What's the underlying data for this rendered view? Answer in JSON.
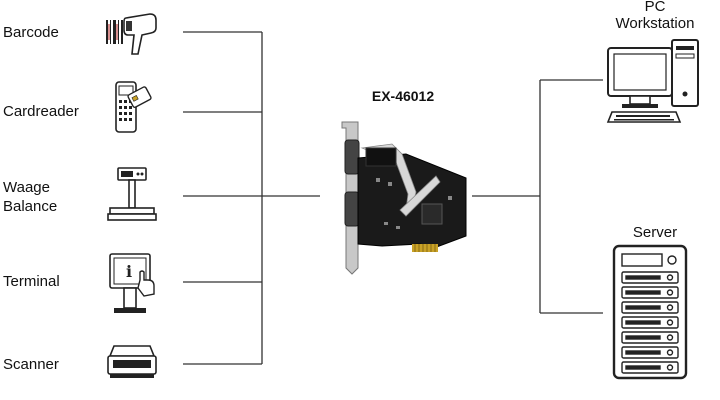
{
  "product": {
    "model": "EX-46012"
  },
  "devices_left": [
    {
      "label": "Barcode",
      "icon": "barcode-scanner-icon"
    },
    {
      "label": "Cardreader",
      "icon": "card-reader-icon"
    },
    {
      "label": "Waage\nBalance",
      "icon": "scale-icon"
    },
    {
      "label": "Terminal",
      "icon": "info-terminal-icon"
    },
    {
      "label": "Scanner",
      "icon": "flatbed-scanner-icon"
    }
  ],
  "devices_right": [
    {
      "label": "PC\nWorkstation",
      "icon": "pc-workstation-icon"
    },
    {
      "label": "Server",
      "icon": "server-rack-icon"
    }
  ],
  "colors": {
    "line": "#333333",
    "icon": "#222222",
    "pcb": "#1a1a1a",
    "bracket": "#c8c8c8"
  }
}
